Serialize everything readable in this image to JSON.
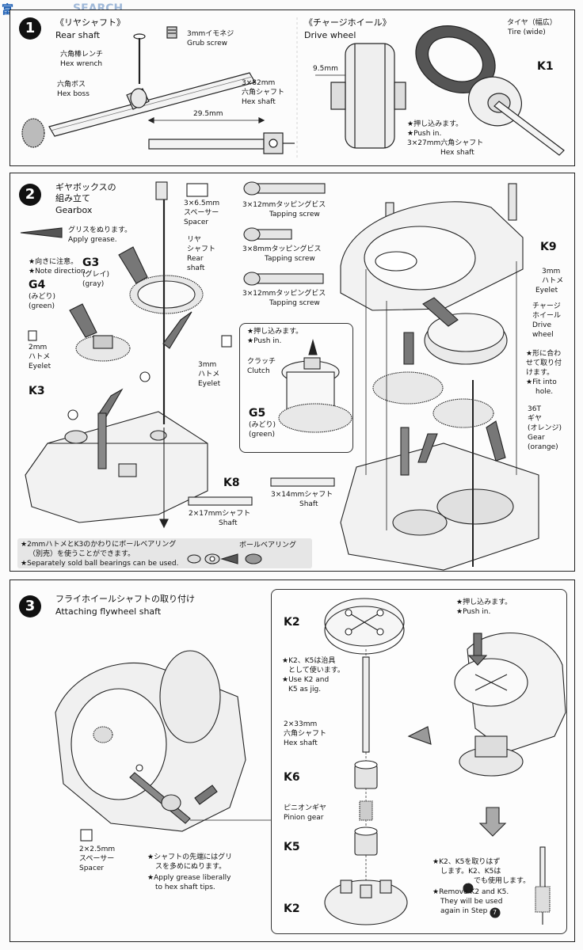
{
  "watermark": {
    "brand": "SEARCH",
    "logo_text": "富"
  },
  "step1": {
    "number": "1",
    "rear_shaft_jp": "《リヤシャフト》",
    "rear_shaft_en": "Rear shaft",
    "grub_screw_jp": "3mmイモネジ",
    "grub_screw_en": "Grub screw",
    "hex_wrench_jp": "六角棒レンチ",
    "hex_wrench_en": "Hex wrench",
    "hex_boss_jp": "六角ボス",
    "hex_boss_en": "Hex boss",
    "hex_shaft_size": "3×82mm",
    "hex_shaft_jp": "六角シャフト",
    "hex_shaft_en": "Hex shaft",
    "dim_29_5": "29.5mm",
    "drive_wheel_jp": "《チャージホイール》",
    "drive_wheel_en": "Drive wheel",
    "dim_9_5": "9.5mm",
    "tire_jp": "タイヤ（幅広）",
    "tire_en": "Tire (wide)",
    "k1": "K1",
    "push_in_jp": "★押し込みます。",
    "push_in_en": "★Push in.",
    "hex27_jp": "3×27mm六角シャフト",
    "hex27_en": "Hex shaft"
  },
  "step2": {
    "number": "2",
    "title_jp1": "ギヤボックスの",
    "title_jp2": "組み立て",
    "title_en": "Gearbox",
    "grease_jp": "グリスをぬります。",
    "grease_en": "Apply grease.",
    "direction_jp": "★向きに注意。",
    "direction_en": "★Note direction.",
    "g3": "G3",
    "g3_jp": "(グレイ)",
    "g3_en": "(gray)",
    "g4": "G4",
    "g4_jp": "(みどり)",
    "g4_en": "(green)",
    "eyelet2_size": "2mm",
    "eyelet2_jp": "ハトメ",
    "eyelet2_en": "Eyelet",
    "k3": "K3",
    "spacer_size": "3×6.5mm",
    "spacer_jp": "スペーサー",
    "spacer_en": "Spacer",
    "rear_jp1": "リヤ",
    "rear_jp2": "シャフト",
    "rear_en1": "Rear",
    "rear_en2": "shaft",
    "eyelet3_size": "3mm",
    "eyelet3_jp": "ハトメ",
    "eyelet3_en": "Eyelet",
    "k8": "K8",
    "shaft217_size": "2×17mmシャフト",
    "shaft217_en": "Shaft",
    "screw1_jp": "3×12mmタッピングビス",
    "screw1_en": "Tapping screw",
    "screw2_jp": "3×8mmタッピングビス",
    "screw2_en": "Tapping screw",
    "screw3_jp": "3×12mmタッピングビス",
    "screw3_en": "Tapping screw",
    "push_in_jp": "★押し込みます。",
    "push_in_en": "★Push in.",
    "clutch_jp": "クラッチ",
    "clutch_en": "Clutch",
    "g5": "G5",
    "g5_jp": "(みどり)",
    "g5_en": "(green)",
    "k9": "K9",
    "eyelet3b_size": "3mm",
    "eyelet3b_jp": "ハトメ",
    "eyelet3b_en": "Eyelet",
    "drive_jp1": "チャージ",
    "drive_jp2": "ホイール",
    "drive_en1": "Drive",
    "drive_en2": "wheel",
    "fit_jp1": "★形に合わ",
    "fit_jp2": "せて取り付",
    "fit_jp3": "けます。",
    "fit_en1": "★Fit  into",
    "fit_en2": "hole.",
    "gear36_1": "36T",
    "gear36_2": "ギヤ",
    "gear36_3": "(オレンジ)",
    "gear36_4": "Gear",
    "gear36_5": "(orange)",
    "shaft314_size": "3×14mmシャフト",
    "shaft314_en": "Shaft",
    "bearing_note_jp1": "★2mmハトメとK3のかわりにボールベアリング",
    "bearing_note_jp2": "（別売）を使うことができます。",
    "bearing_note_en": "★Separately sold ball bearings can be used.",
    "bearing_label_jp": "ボールベアリング"
  },
  "step3": {
    "number": "3",
    "title_jp": "フライホイールシャフトの取り付け",
    "title_en": "Attaching flywheel shaft",
    "k2_top": "K2",
    "jig_jp1": "★K2、K5は治具",
    "jig_jp2": "として使います。",
    "jig_en1": "★Use  K2  and",
    "jig_en2": "K5 as jig.",
    "hex233_size": "2×33mm",
    "hex233_jp": "六角シャフト",
    "hex233_en": "Hex shaft",
    "k6": "K6",
    "pinion_jp": "ピニオンギヤ",
    "pinion_en": "Pinion gear",
    "k5": "K5",
    "k2_bottom": "K2",
    "spacer_size": "2×2.5mm",
    "spacer_jp": "スペーサー",
    "spacer_en": "Spacer",
    "grease_tip_jp1": "★シャフトの先端にはグリ",
    "grease_tip_jp2": "スを多めにぬります。",
    "grease_tip_en1": "★Apply grease liberally",
    "grease_tip_en2": "to hex shaft tips.",
    "push_in_jp": "★押し込みます。",
    "push_in_en": "★Push in.",
    "remove_jp1": "★K2、K5を取りはず",
    "remove_jp2": "します。K2、K5は",
    "remove_jp3": "でも使用します。",
    "remove_en1": "★Remove K2 and K5.",
    "remove_en2": "They  will  be  used",
    "remove_en3": "again in Step",
    "step_ref": "7"
  }
}
